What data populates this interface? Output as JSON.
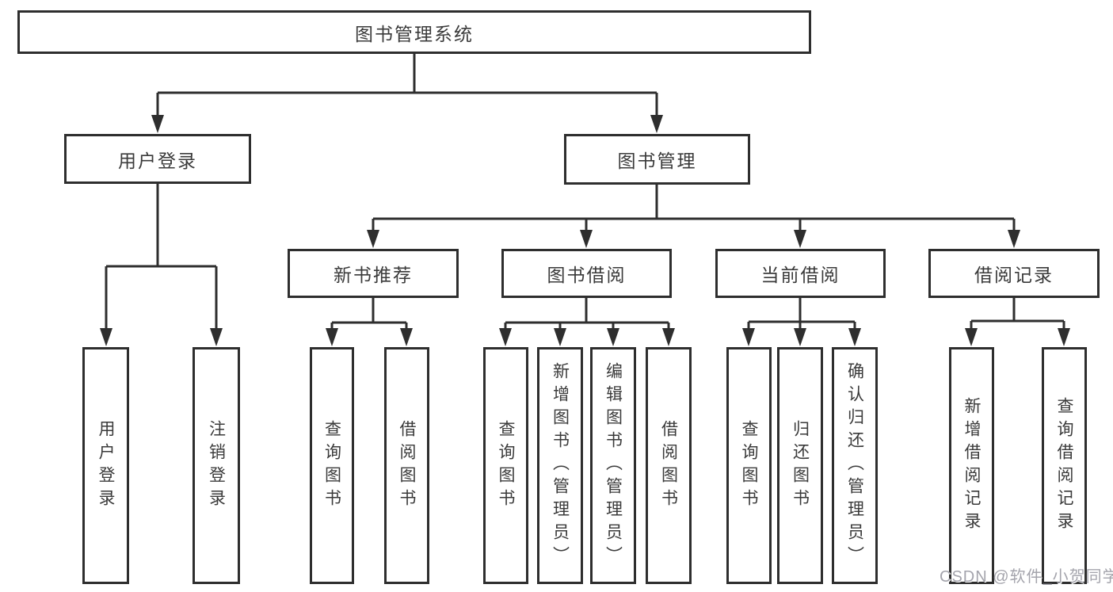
{
  "nodes": {
    "root": {
      "label": "图书管理系统"
    },
    "user_login": {
      "label": "用户登录"
    },
    "book_mgmt": {
      "label": "图书管理"
    },
    "new_book_rec": {
      "label": "新书推荐"
    },
    "book_borrow": {
      "label": "图书借阅"
    },
    "current_borrow": {
      "label": "当前借阅"
    },
    "borrow_records": {
      "label": "借阅记录"
    },
    "leaf_user_login": {
      "label": "用户登录"
    },
    "leaf_logout": {
      "label": "注销登录"
    },
    "leaf_nbr_query_books": {
      "label": "查询图书"
    },
    "leaf_nbr_borrow_books": {
      "label": "借阅图书"
    },
    "leaf_bb_query_books": {
      "label": "查询图书"
    },
    "leaf_bb_add_books": {
      "label": "新增图书（管理员）"
    },
    "leaf_bb_edit_books": {
      "label": "编辑图书（管理员）"
    },
    "leaf_bb_borrow_books": {
      "label": "借阅图书"
    },
    "leaf_cb_query_books": {
      "label": "查询图书"
    },
    "leaf_cb_return_books": {
      "label": "归还图书"
    },
    "leaf_cb_confirm_return": {
      "label": "确认归还（管理员）"
    },
    "leaf_br_add_record": {
      "label": "新增借阅记录"
    },
    "leaf_br_query_record": {
      "label": "查询借阅记录"
    }
  },
  "watermark": {
    "text": "CSDN @软件_小贺同学"
  },
  "colors": {
    "line": "#2e2e2e",
    "box_border": "#2e2e2e",
    "text": "#3a3a3a",
    "watermark": "#a4a4ac",
    "background": "#ffffff"
  }
}
